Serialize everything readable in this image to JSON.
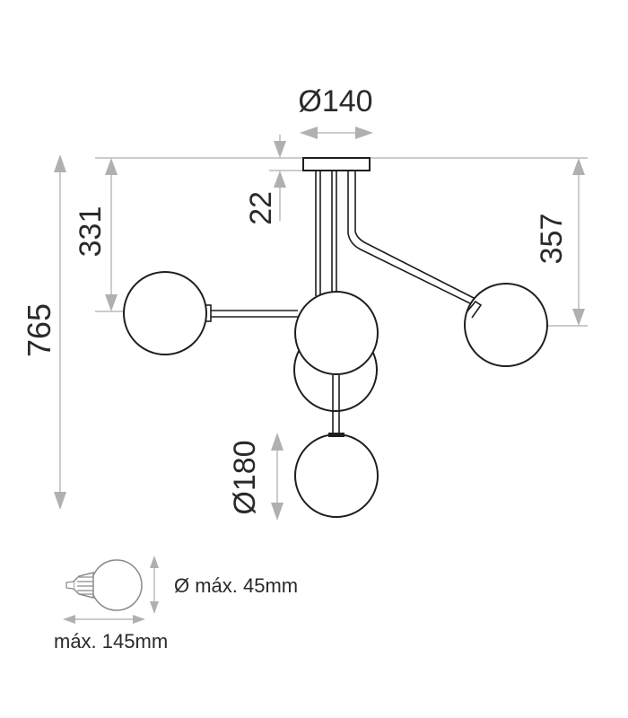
{
  "dimensions": {
    "canopy_diameter": "Ø140",
    "canopy_height": "22",
    "total_height": "765",
    "left_arm_drop": "331",
    "right_arm_drop": "357",
    "globe_diameter": "Ø180"
  },
  "bulb": {
    "diameter_label": "Ø máx. 45mm",
    "length_label": "máx. 145mm"
  },
  "colors": {
    "line": "#1e1e1e",
    "dimension": "#9a9a9a",
    "arrow": "#b0b0b0",
    "text": "#2a2a2a"
  }
}
